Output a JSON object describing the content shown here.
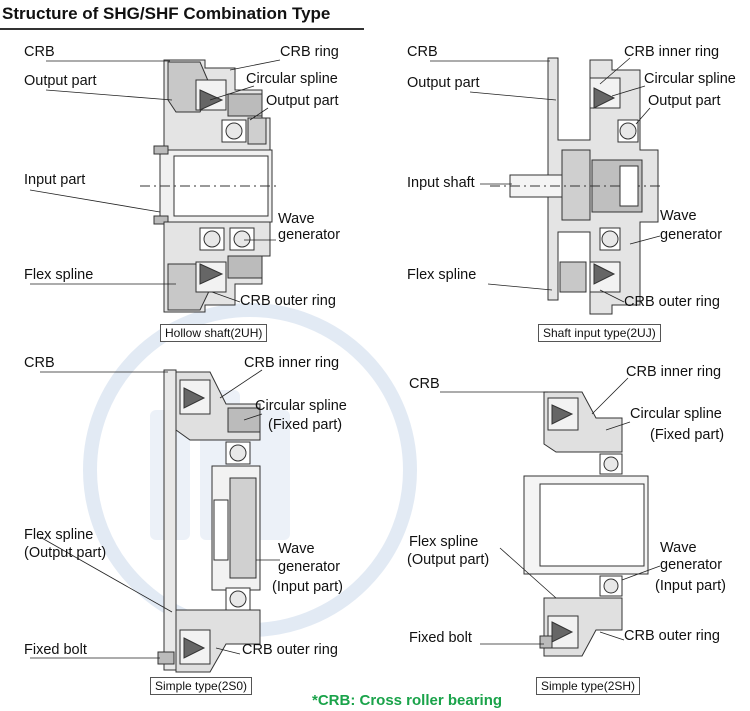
{
  "title": "Structure of SHG/SHF Combination Type",
  "footnote": "*CRB: Cross roller bearing",
  "panels": {
    "hollow": {
      "caption": "Hollow shaft(2UH)",
      "labels": {
        "crb": "CRB",
        "output_part": "Output part",
        "input_part": "Input part",
        "flex_spline": "Flex spline",
        "crb_ring": "CRB ring",
        "circular_spline": "Circular spline",
        "output_part_right": "Output part",
        "wave": "Wave",
        "generator": "generator",
        "crb_outer_ring": "CRB outer ring"
      }
    },
    "shaft_input": {
      "caption": "Shaft input type(2UJ)",
      "labels": {
        "crb": "CRB",
        "output_part": "Output part",
        "input_shaft": "Input shaft",
        "flex_spline": "Flex spline",
        "crb_inner_ring": "CRB inner ring",
        "circular_spline": "Circular spline",
        "output_part_right": "Output part",
        "wave": "Wave",
        "generator": "generator",
        "crb_outer_ring": "CRB outer ring"
      }
    },
    "simple_2s0": {
      "caption": "Simple type(2S0)",
      "labels": {
        "crb": "CRB",
        "flex_spline": "Flex spline",
        "flex_spline_sub": "(Output part)",
        "fixed_bolt": "Fixed bolt",
        "crb_inner_ring": "CRB inner ring",
        "circular_spline": "Circular spline",
        "circular_spline_sub": "(Fixed part)",
        "wave": "Wave",
        "generator": "generator",
        "generator_sub": "(Input part)",
        "crb_outer_ring": "CRB outer ring"
      }
    },
    "simple_2sh": {
      "caption": "Simple type(2SH)",
      "labels": {
        "crb": "CRB",
        "flex_spline": "Flex spline",
        "flex_spline_sub": "(Output part)",
        "fixed_bolt": "Fixed bolt",
        "crb_inner_ring": "CRB inner ring",
        "circular_spline": "Circular spline",
        "circular_spline_sub": "(Fixed part)",
        "wave": "Wave",
        "generator": "generator",
        "generator_sub": "(Input part)",
        "crb_outer_ring": "CRB outer ring"
      }
    }
  },
  "colors": {
    "part_fill": "#d8d8d8",
    "part_dark": "#8a8a8a",
    "footnote": "#1aa34a",
    "watermark": "#c8d6ea"
  }
}
